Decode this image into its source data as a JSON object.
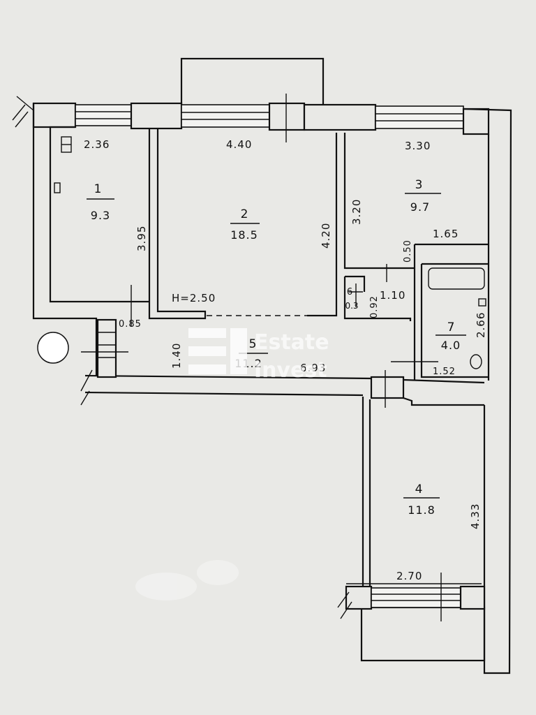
{
  "plan": {
    "ceiling_height": "H=2.50",
    "rooms": [
      {
        "id": "1",
        "number": "1",
        "area": "9.3"
      },
      {
        "id": "2",
        "number": "2",
        "area": "18.5"
      },
      {
        "id": "3",
        "number": "3",
        "area": "9.7"
      },
      {
        "id": "4",
        "number": "4",
        "area": "11.8"
      },
      {
        "id": "5",
        "number": "5",
        "area": "11.2"
      },
      {
        "id": "6",
        "number": "6",
        "area": "0.3"
      },
      {
        "id": "7",
        "number": "7",
        "area": "4.0"
      }
    ],
    "dimensions": {
      "room1_width": "2.36",
      "room1_depth": "3.95",
      "room2_width": "4.40",
      "room2_depth": "4.20",
      "room3_width": "3.30",
      "room3_depth": "3.20",
      "room3_offset": "0.50",
      "bath_width": "1.65",
      "bath_length": "2.66",
      "bath_bottom": "1.52",
      "closet_width": "1.10",
      "closet_depth": "0.92",
      "hall_width": "1.40",
      "hall_length": "6.93",
      "entry_width": "0.85",
      "room4_width": "2.70",
      "room4_depth": "4.33"
    }
  },
  "watermark": {
    "line1": "Estate",
    "line2": "Invest"
  },
  "colors": {
    "paper": "#e9e9e6",
    "ink": "#111111"
  }
}
